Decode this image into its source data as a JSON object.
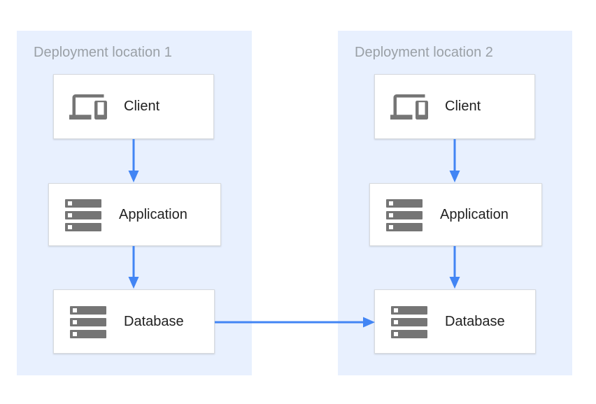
{
  "diagram": {
    "groups": [
      {
        "title": "Deployment location 1",
        "nodes": [
          {
            "label": "Client",
            "icon": "devices-icon"
          },
          {
            "label": "Application",
            "icon": "server-stack-icon"
          },
          {
            "label": "Database",
            "icon": "server-stack-icon"
          }
        ]
      },
      {
        "title": "Deployment location 2",
        "nodes": [
          {
            "label": "Client",
            "icon": "devices-icon"
          },
          {
            "label": "Application",
            "icon": "server-stack-icon"
          },
          {
            "label": "Database",
            "icon": "server-stack-icon"
          }
        ]
      }
    ],
    "connections": [
      {
        "from": "Client (location 1)",
        "to": "Application (location 1)"
      },
      {
        "from": "Application (location 1)",
        "to": "Database (location 1)"
      },
      {
        "from": "Client (location 2)",
        "to": "Application (location 2)"
      },
      {
        "from": "Application (location 2)",
        "to": "Database (location 2)"
      },
      {
        "from": "Database (location 1)",
        "to": "Database (location 2)"
      }
    ],
    "colors": {
      "panel_bg": "#e8f0fe",
      "panel_title": "#9aa0a6",
      "node_bg": "#ffffff",
      "node_border": "#d7dade",
      "node_label": "#212121",
      "icon_gray": "#757575",
      "arrow_blue": "#4285f4"
    }
  }
}
